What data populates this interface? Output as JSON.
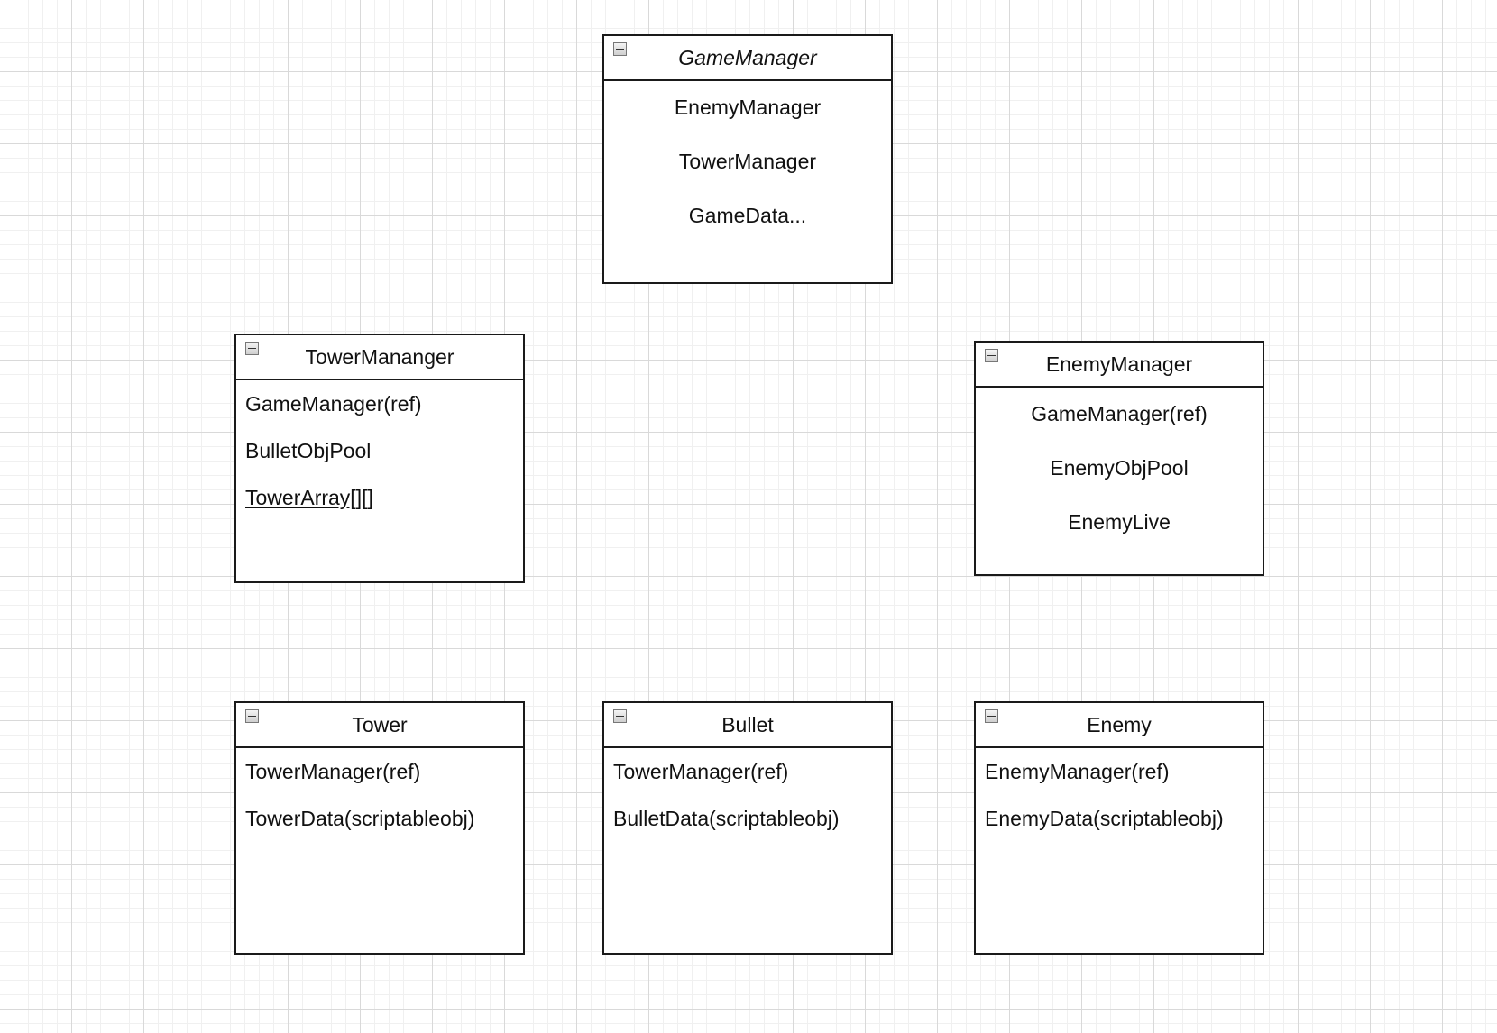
{
  "classes": {
    "game_manager": {
      "title": "GameManager",
      "attributes": [
        "EnemyManager",
        "TowerManager",
        "GameData..."
      ]
    },
    "tower_manager": {
      "title": "TowerMananger",
      "attributes": [
        "GameManager(ref)",
        "BulletObjPool",
        "TowerArray[][]"
      ]
    },
    "enemy_manager": {
      "title": "EnemyManager",
      "attributes": [
        "GameManager(ref)",
        "EnemyObjPool",
        "EnemyLive"
      ]
    },
    "tower": {
      "title": "Tower",
      "attributes": [
        "TowerManager(ref)",
        "TowerData(scriptableobj)"
      ]
    },
    "bullet": {
      "title": "Bullet",
      "attributes": [
        "TowerManager(ref)",
        "BulletData(scriptableobj)"
      ]
    },
    "enemy": {
      "title": "Enemy",
      "attributes": [
        "EnemyManager(ref)",
        "EnemyData(scriptableobj)"
      ]
    }
  }
}
